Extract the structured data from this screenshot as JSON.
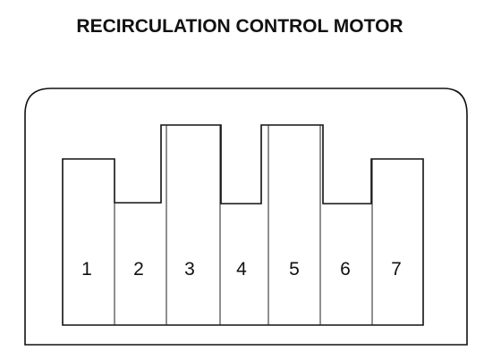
{
  "title": "RECIRCULATION CONTROL MOTOR",
  "connector": {
    "pins": [
      {
        "number": "1"
      },
      {
        "number": "2"
      },
      {
        "number": "3"
      },
      {
        "number": "4"
      },
      {
        "number": "5"
      },
      {
        "number": "6"
      },
      {
        "number": "7"
      }
    ]
  },
  "colors": {
    "line": "#111111",
    "background": "#ffffff"
  }
}
